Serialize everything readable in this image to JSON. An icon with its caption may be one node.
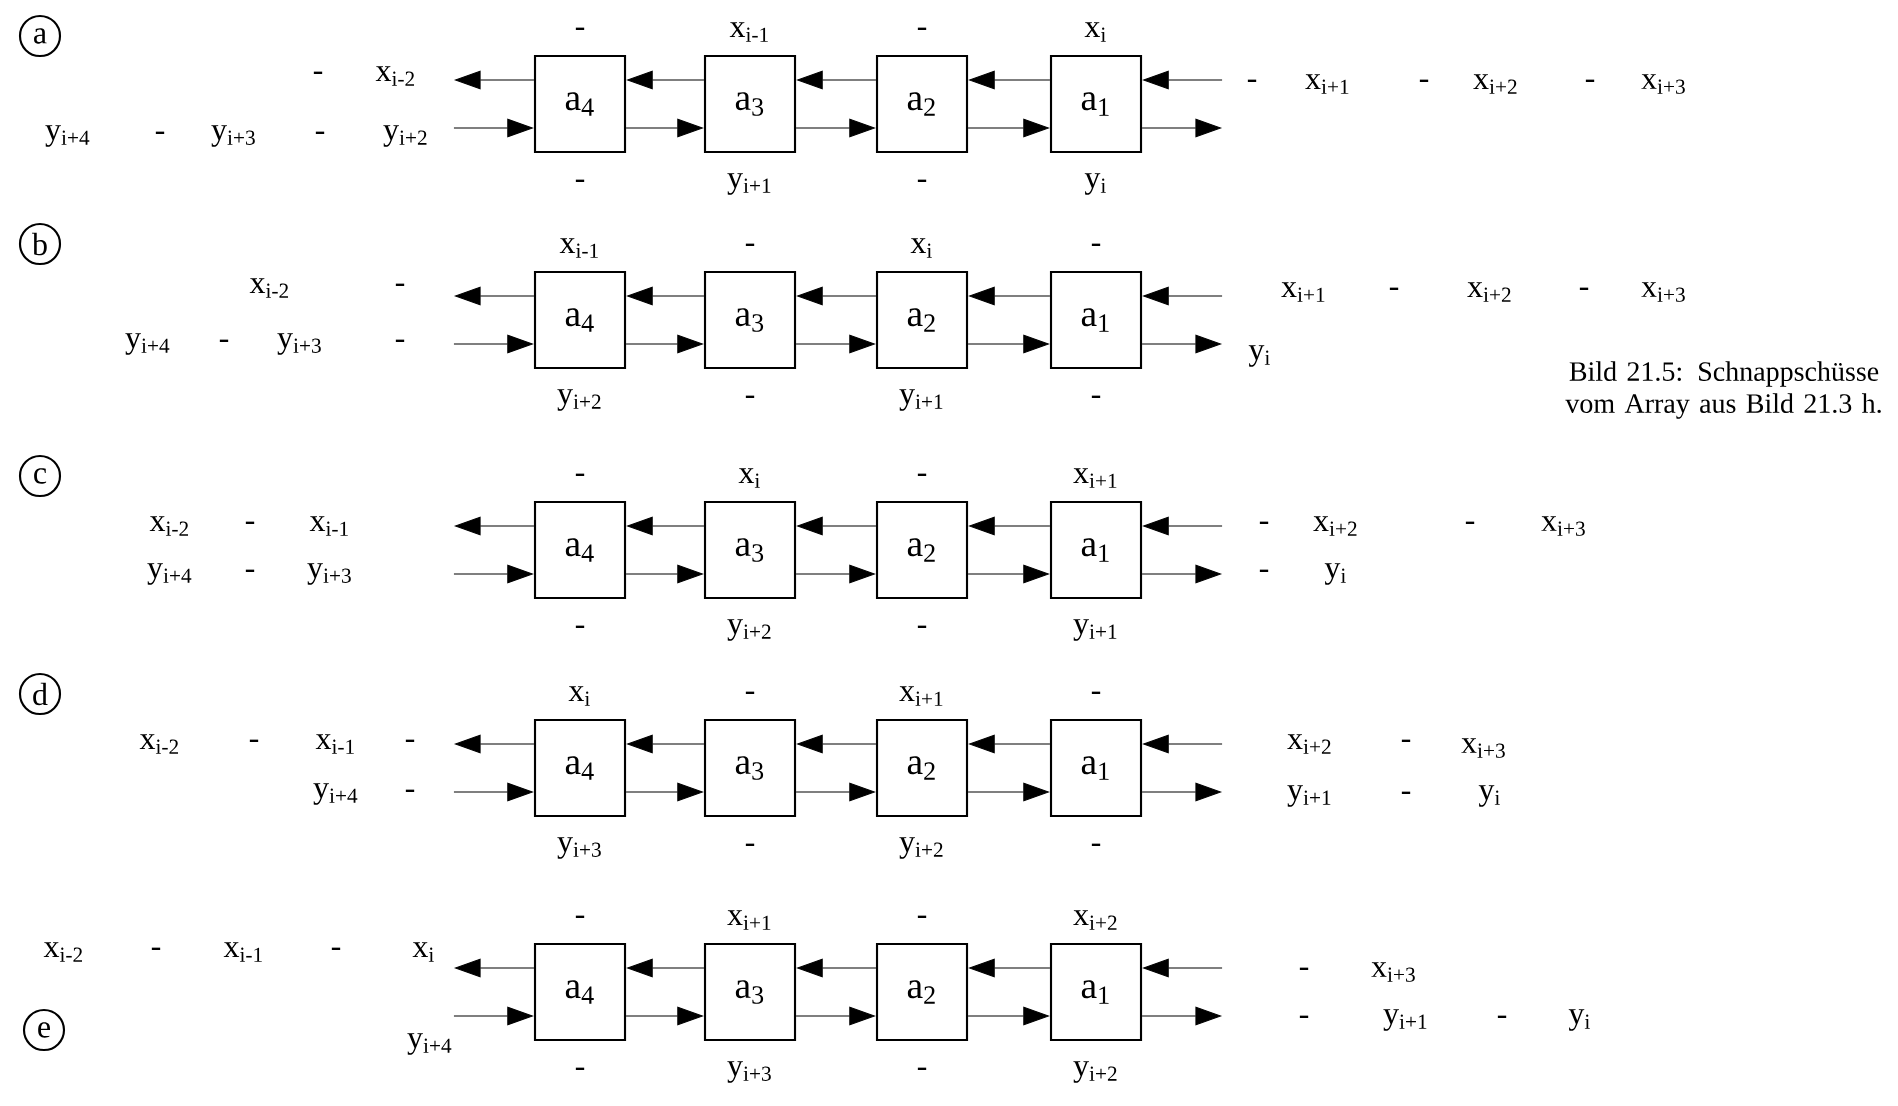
{
  "diagram": {
    "caption": "Bild 21.5: Schnappschüsse vom Array aus Bild 21.3 h.",
    "nodes": [
      {
        "text": [
          "a"
        ]
      },
      {
        "text": [
          "a$_{4}$"
        ],
        "beside": [
          "-",
          "-"
        ]
      },
      {
        "text": [
          "a$_{3}$"
        ],
        "beside": [
          "x$_{i-1}$",
          "y$_{i+1}$"
        ]
      },
      {
        "text": [
          "a$_{2}$"
        ],
        "beside": [
          "-",
          "-"
        ]
      },
      {
        "text": [
          "a$_{1}$"
        ],
        "beside": [
          "x$_{i}$",
          "y$_{i}$"
        ]
      },
      {
        "text": [
          "b"
        ]
      },
      {
        "text": [
          "a$_{4}$"
        ],
        "beside": [
          "x$_{i-1}$",
          "y$_{i+2}$"
        ]
      },
      {
        "text": [
          "a$_{3}$"
        ],
        "beside": [
          "-",
          "-"
        ]
      },
      {
        "text": [
          "a$_{2}$"
        ],
        "beside": [
          "x$_{i}$",
          "y$_{i+1}$"
        ]
      },
      {
        "text": [
          "a$_{1}$"
        ],
        "beside": [
          "-",
          "-"
        ]
      },
      {
        "text": [
          "c"
        ]
      },
      {
        "text": [
          "a$_{4}$"
        ],
        "beside": [
          "-",
          "-"
        ]
      },
      {
        "text": [
          "a$_{3}$"
        ],
        "beside": [
          "x$_{i}$",
          "y$_{i+2}$"
        ]
      },
      {
        "text": [
          "a$_{2}$"
        ],
        "beside": [
          "-",
          "-"
        ]
      },
      {
        "text": [
          "a$_{1}$"
        ],
        "beside": [
          "x$_{i+1}$",
          "y$_{i+1}$"
        ]
      },
      {
        "text": [
          "d"
        ]
      },
      {
        "text": [
          "a$_{4}$"
        ],
        "beside": [
          "x$_{i}$",
          "y$_{i+3}$"
        ]
      },
      {
        "text": [
          "a$_{3}$"
        ],
        "beside": [
          "-",
          "-"
        ]
      },
      {
        "text": [
          "a$_{2}$"
        ],
        "beside": [
          "x$_{i+1}$",
          "y$_{i+2}$"
        ]
      },
      {
        "text": [
          "a$_{1}$"
        ],
        "beside": [
          "-",
          "-"
        ]
      },
      {
        "text": [
          "e"
        ]
      },
      {
        "text": [
          "a$_{4}$"
        ],
        "beside": [
          "-",
          "-"
        ]
      },
      {
        "text": [
          "a$_{3}$"
        ],
        "beside": [
          "x$_{i+1}$",
          "y$_{i+3}$"
        ]
      },
      {
        "text": [
          "a$_{2}$"
        ],
        "beside": [
          "-",
          "-"
        ]
      },
      {
        "text": [
          "a$_{1}$"
        ],
        "beside": [
          "x$_{i+2}$",
          "y$_{i+2}$"
        ]
      }
    ],
    "edges": [
      {
        "from": null,
        "to": 4,
        "arrow": "to"
      },
      {
        "from": 4,
        "to": 3,
        "arrow": "to"
      },
      {
        "from": 3,
        "to": 2,
        "arrow": "to"
      },
      {
        "from": 2,
        "to": 1,
        "arrow": "to"
      },
      {
        "from": 1,
        "to": null,
        "arrow": "to"
      },
      {
        "from": null,
        "to": 1,
        "arrow": "to"
      },
      {
        "from": 1,
        "to": 2,
        "arrow": "to"
      },
      {
        "from": 2,
        "to": 3,
        "arrow": "to"
      },
      {
        "from": 3,
        "to": 4,
        "arrow": "to"
      },
      {
        "from": 4,
        "to": null,
        "arrow": "to"
      },
      {
        "from": null,
        "to": 9,
        "arrow": "to"
      },
      {
        "from": 9,
        "to": 8,
        "arrow": "to"
      },
      {
        "from": 8,
        "to": 7,
        "arrow": "to"
      },
      {
        "from": 7,
        "to": 6,
        "arrow": "to"
      },
      {
        "from": 6,
        "to": null,
        "arrow": "to"
      },
      {
        "from": null,
        "to": 6,
        "arrow": "to"
      },
      {
        "from": 6,
        "to": 7,
        "arrow": "to"
      },
      {
        "from": 7,
        "to": 8,
        "arrow": "to"
      },
      {
        "from": 8,
        "to": 9,
        "arrow": "to"
      },
      {
        "from": 9,
        "to": null,
        "arrow": "to"
      },
      {
        "from": null,
        "to": 14,
        "arrow": "to"
      },
      {
        "from": 14,
        "to": 13,
        "arrow": "to"
      },
      {
        "from": 13,
        "to": 12,
        "arrow": "to"
      },
      {
        "from": 12,
        "to": 11,
        "arrow": "to"
      },
      {
        "from": 11,
        "to": null,
        "arrow": "to"
      },
      {
        "from": null,
        "to": 11,
        "arrow": "to"
      },
      {
        "from": 11,
        "to": 12,
        "arrow": "to"
      },
      {
        "from": 12,
        "to": 13,
        "arrow": "to"
      },
      {
        "from": 13,
        "to": 14,
        "arrow": "to"
      },
      {
        "from": 14,
        "to": null,
        "arrow": "to"
      },
      {
        "from": null,
        "to": 19,
        "arrow": "to"
      },
      {
        "from": 19,
        "to": 18,
        "arrow": "to"
      },
      {
        "from": 18,
        "to": 17,
        "arrow": "to"
      },
      {
        "from": 17,
        "to": 16,
        "arrow": "to"
      },
      {
        "from": 16,
        "to": null,
        "arrow": "to"
      },
      {
        "from": null,
        "to": 16,
        "arrow": "to"
      },
      {
        "from": 16,
        "to": 17,
        "arrow": "to"
      },
      {
        "from": 17,
        "to": 18,
        "arrow": "to"
      },
      {
        "from": 18,
        "to": 19,
        "arrow": "to"
      },
      {
        "from": 19,
        "to": null,
        "arrow": "to"
      },
      {
        "from": null,
        "to": 24,
        "arrow": "to"
      },
      {
        "from": 24,
        "to": 23,
        "arrow": "to"
      },
      {
        "from": 23,
        "to": 22,
        "arrow": "to"
      },
      {
        "from": 22,
        "to": 21,
        "arrow": "to"
      },
      {
        "from": 21,
        "to": null,
        "arrow": "to"
      },
      {
        "from": null,
        "to": 21,
        "arrow": "to"
      },
      {
        "from": 21,
        "to": 22,
        "arrow": "to"
      },
      {
        "from": 22,
        "to": 23,
        "arrow": "to"
      },
      {
        "from": 23,
        "to": 24,
        "arrow": "to"
      },
      {
        "from": 24,
        "to": null,
        "arrow": "to"
      }
    ],
    "labels": [
      "-",
      "x$_{i-2}$",
      "-",
      "x$_{i+1}$",
      "-",
      "x$_{i+2}$",
      "-",
      "x$_{i+3}$",
      "y$_{i+4}$",
      "-",
      "y$_{i+3}$",
      "-",
      "y$_{i+2}$",
      "x$_{i-2}$",
      "-",
      "x$_{i+1}$",
      "-",
      "x$_{i+2}$",
      "-",
      "x$_{i+3}$",
      "y$_{i+4}$",
      "-",
      "y$_{i+3}$",
      "-",
      "y$_{i}$",
      "x$_{i-2}$",
      "-",
      "x$_{i-1}$",
      "-",
      "x$_{i+2}$",
      "-",
      "x$_{i+3}$",
      "y$_{i+4}$",
      "-",
      "y$_{i+3}$",
      "-",
      "y$_{i}$",
      "x$_{i-2}$",
      "-",
      "x$_{i-1}$",
      "-",
      "x$_{i+2}$",
      "-",
      "x$_{i+3}$",
      "y$_{i+4}$",
      "-",
      "y$_{i+1}$",
      "-",
      "y$_{i}$",
      "x$_{i-2}$",
      "-",
      "x$_{i-1}$",
      "-",
      "x$_{i}$",
      "-",
      "x$_{i+3}$",
      "y$_{i+4}$",
      "-",
      "y$_{i+1}$",
      "-",
      "y$_{i}$"
    ]
  }
}
